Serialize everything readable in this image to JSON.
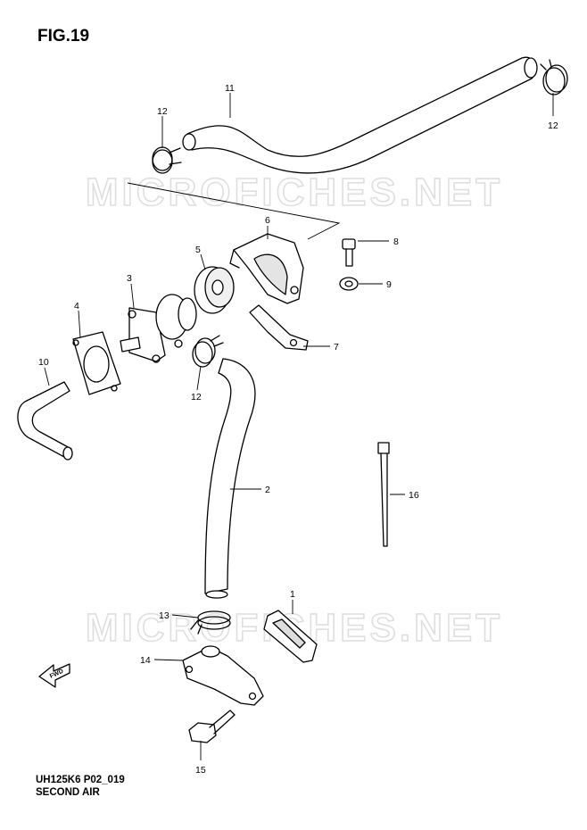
{
  "figure": {
    "title": "FIG.19"
  },
  "watermark": "MICROFICHES.NET",
  "footer": {
    "code": "UH125K6 P02_019",
    "name": "SECOND AIR"
  },
  "fwd_label": "FWD",
  "callouts": [
    "1",
    "2",
    "3",
    "4",
    "5",
    "6",
    "7",
    "8",
    "9",
    "10",
    "11",
    "12",
    "12",
    "12",
    "13",
    "14",
    "15",
    "16"
  ],
  "colors": {
    "line": "#000000",
    "part_fill": "#ffffff",
    "shade": "#d8d8d8",
    "watermark": "#e9e9e9"
  }
}
